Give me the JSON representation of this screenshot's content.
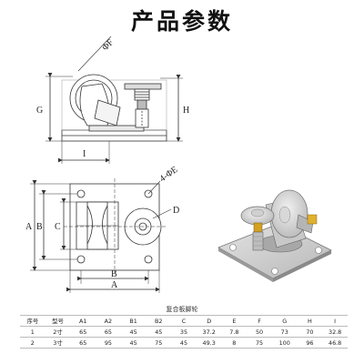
{
  "page": {
    "title": "产品参数"
  },
  "side_view": {
    "labels": {
      "phi_f": "ΦF",
      "g": "G",
      "h": "H",
      "i": "I"
    }
  },
  "top_view": {
    "labels": {
      "hole": "4-ΦE",
      "a_vert": "A",
      "b_vert": "B",
      "c": "C",
      "d": "D",
      "b_horiz": "B",
      "a_horiz": "A"
    }
  },
  "spec_table": {
    "caption": "复合板脚轮",
    "headers": [
      "序号",
      "型号",
      "A1",
      "A2",
      "B1",
      "B2",
      "C",
      "D",
      "E",
      "F",
      "G",
      "H",
      "I"
    ],
    "rows": [
      [
        "1",
        "2寸",
        "65",
        "65",
        "45",
        "45",
        "35",
        "37.2",
        "7.8",
        "50",
        "73",
        "70",
        "32.8"
      ],
      [
        "2",
        "3寸",
        "65",
        "95",
        "45",
        "75",
        "45",
        "49.3",
        "8",
        "75",
        "100",
        "96",
        "46.8"
      ]
    ]
  },
  "colors": {
    "line": "#333333",
    "fill_light": "#dcdcdc",
    "fill_mid": "#b5b5b5",
    "wheel_dark": "#6e6e6e"
  }
}
